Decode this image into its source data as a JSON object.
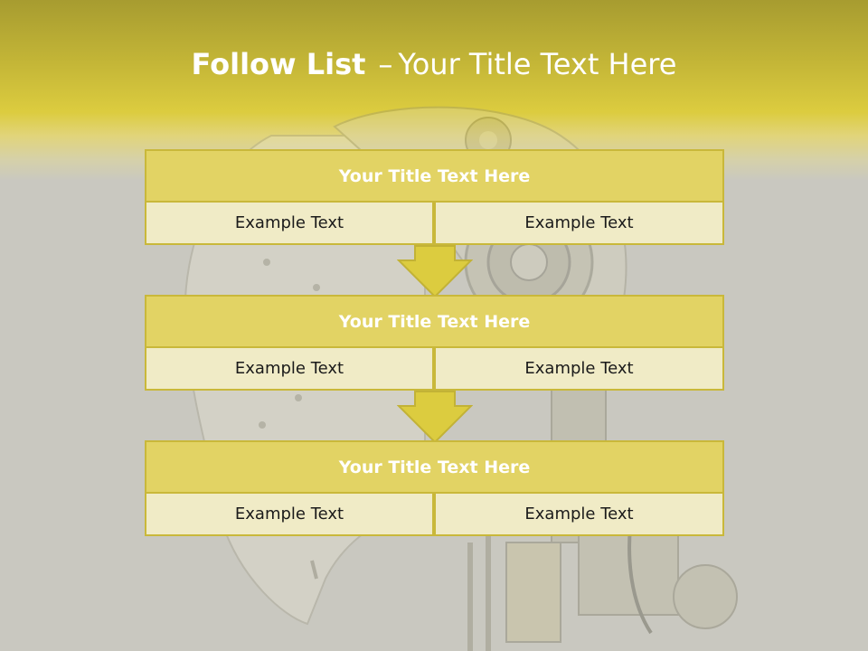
{
  "slide": {
    "title_bold": "Follow List",
    "title_separator": "–",
    "title_rest": "Your Title Text Here"
  },
  "blocks": [
    {
      "header": "Your Title Text Here",
      "left_cell": "Example Text",
      "right_cell": "Example Text"
    },
    {
      "header": "Your Title Text Here",
      "left_cell": "Example Text",
      "right_cell": "Example Text"
    },
    {
      "header": "Your Title Text Here",
      "left_cell": "Example Text",
      "right_cell": "Example Text"
    }
  ],
  "colors": {
    "accent": "#dccc3f",
    "header_fill": "#e2d364",
    "cell_fill": "#f0ebc6",
    "border": "#c9b83a",
    "background": "#c9c8c0"
  }
}
